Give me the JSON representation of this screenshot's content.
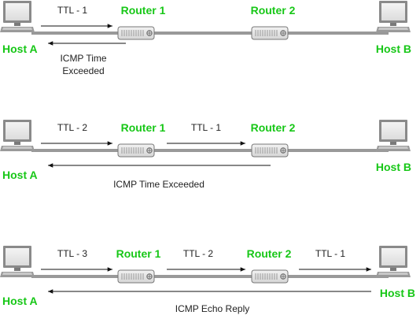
{
  "colors": {
    "label_green": "#17c717",
    "line": "#333333",
    "router_fill": "#e8e8e8"
  },
  "scenarios": [
    {
      "host_a": "Host A",
      "host_b": "Host B",
      "routers": [
        "Router 1",
        "Router 2"
      ],
      "ttl_labels": [
        "TTL - 1"
      ],
      "reply_lines": [
        "ICMP Time",
        "Exceeded"
      ]
    },
    {
      "host_a": "Host A",
      "host_b": "Host B",
      "routers": [
        "Router 1",
        "Router 2"
      ],
      "ttl_labels": [
        "TTL - 2",
        "TTL - 1"
      ],
      "reply_lines": [
        "ICMP Time Exceeded"
      ]
    },
    {
      "host_a": "Host A",
      "host_b": "Host B",
      "routers": [
        "Router 1",
        "Router 2"
      ],
      "ttl_labels": [
        "TTL - 3",
        "TTL - 2",
        "TTL - 1"
      ],
      "reply_lines": [
        "ICMP Echo Reply"
      ]
    }
  ]
}
